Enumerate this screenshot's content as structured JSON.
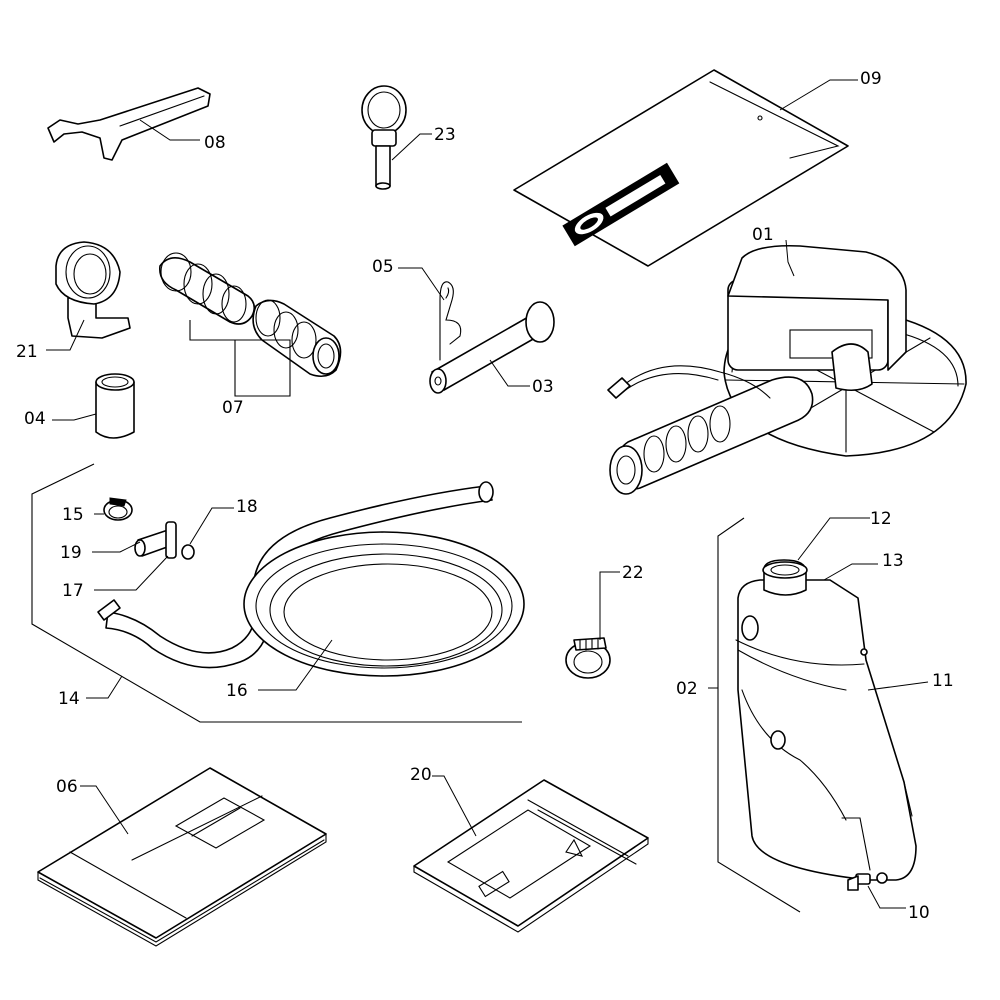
{
  "labels": {
    "p01": "01",
    "p02": "02",
    "p03": "03",
    "p04": "04",
    "p05": "05",
    "p06": "06",
    "p07": "07",
    "p08": "08",
    "p09": "09",
    "p10": "10",
    "p11": "11",
    "p12": "12",
    "p13": "13",
    "p14": "14",
    "p15": "15",
    "p16": "16",
    "p17": "17",
    "p18": "18",
    "p19": "19",
    "p20": "20",
    "p21": "21",
    "p22": "22",
    "p23": "23"
  }
}
